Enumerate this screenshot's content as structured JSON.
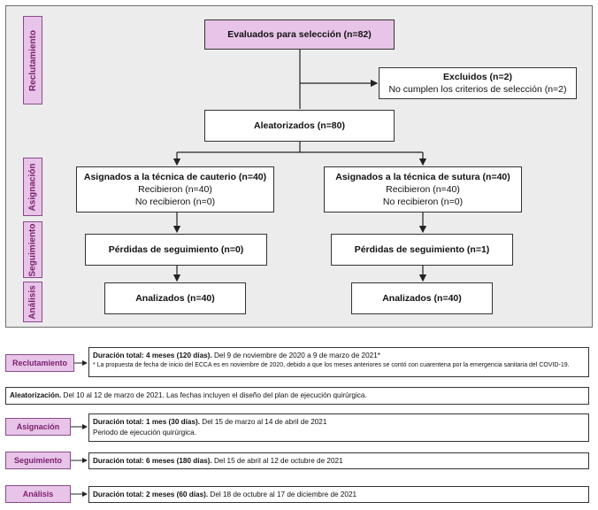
{
  "phases": {
    "reclutamiento": "Reclutamiento",
    "asignacion": "Asignación",
    "seguimiento": "Seguimiento",
    "analisis": "Análisis"
  },
  "flow": {
    "evaluated": "Evaluados para selección (n=82)",
    "excluded_title": "Excluidos (n=2)",
    "excluded_reason": "No cumplen los criterios de selección (n=2)",
    "randomized": "Aleatorizados (n=80)",
    "left": {
      "assigned": "Asignados a la técnica de cauterio (n=40)",
      "received": "Recibieron (n=40)",
      "not_received": "No recibieron (n=0)",
      "lost": "Pérdidas de seguimiento (n=0)",
      "analyzed": "Analizados (n=40)"
    },
    "right": {
      "assigned": "Asignados a la técnica de sutura (n=40)",
      "received": "Recibieron (n=40)",
      "not_received": "No recibieron (n=0)",
      "lost": "Pérdidas de seguimiento (n=1)",
      "analyzed": "Analizados (n=40)"
    }
  },
  "timeline": {
    "reclutamiento": {
      "bold": "Duración total: 4 meses (120 días).",
      "text": " Del 9 de noviembre de 2020 a 9 de marzo de 2021*",
      "note": "* La propuesta de fecha de inicio del ECCA es en noviembre de 2020, debido a que los meses anteriores se contó con cuarentena por la emergencia sanitaria del COVID-19."
    },
    "aleatorizacion": {
      "bold": "Aleatorización.",
      "text": " Del 10 al 12 de marzo de 2021. Las fechas incluyen el diseño del plan de ejecución quirúrgica."
    },
    "asignacion": {
      "bold": "Duración total: 1 mes (30 días).",
      "text": " Del 15 de marzo al 14 de abril de 2021",
      "line2": "Periodo de ejecución quirúrgica."
    },
    "seguimiento": {
      "bold": "Duración total: 6 meses (180 días).",
      "text": " Del 15 de abril al 12 de octubre de 2021"
    },
    "analisis": {
      "bold": "Duración total: 2 meses (60 días).",
      "text": " Del 18 de octubre al 17 de diciembre de 2021"
    }
  }
}
